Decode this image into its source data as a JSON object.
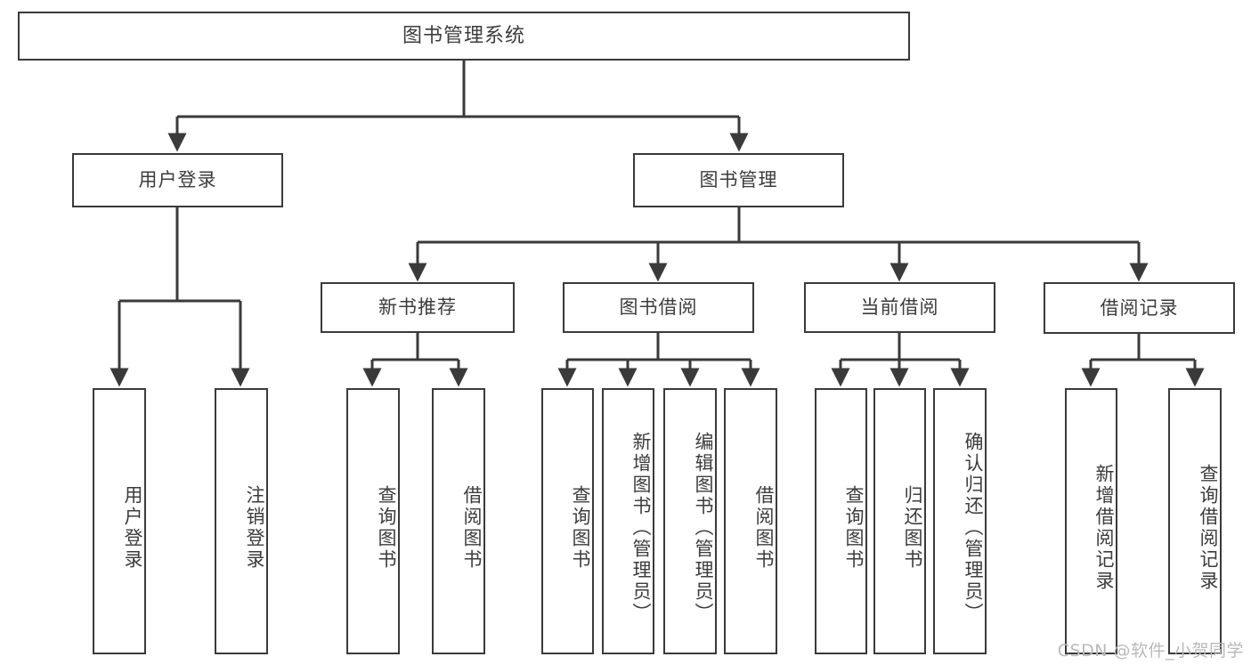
{
  "diagram": {
    "title": "图书管理系统",
    "type": "tree",
    "orientation": "top-down",
    "colors": {
      "box_border": "#3a3a3a",
      "box_fill": "#ffffff",
      "text": "#3c3c3c",
      "connector": "#3a3a3a",
      "watermark": "#b9b9b9",
      "background": "#ffffff"
    },
    "root": {
      "label": "图书管理系统"
    },
    "level2": [
      {
        "label": "用户登录"
      },
      {
        "label": "图书管理"
      }
    ],
    "level3": [
      {
        "label": "新书推荐"
      },
      {
        "label": "图书借阅"
      },
      {
        "label": "当前借阅"
      },
      {
        "label": "借阅记录"
      }
    ],
    "leaves": {
      "user_login": [
        {
          "label": "用户登录"
        },
        {
          "label": "注销登录"
        }
      ],
      "new_book_recommend": [
        {
          "label": "查询图书"
        },
        {
          "label": "借阅图书"
        }
      ],
      "book_borrow": [
        {
          "label": "查询图书"
        },
        {
          "label": "新增图书（管理员）"
        },
        {
          "label": "编辑图书（管理员）"
        },
        {
          "label": "借阅图书"
        }
      ],
      "current_borrow": [
        {
          "label": "查询图书"
        },
        {
          "label": "归还图书"
        },
        {
          "label": "确认归还（管理员）"
        }
      ],
      "borrow_record": [
        {
          "label": "新增借阅记录"
        },
        {
          "label": "查询借阅记录"
        }
      ]
    }
  },
  "watermark": "CSDN @软件_小贺同学"
}
